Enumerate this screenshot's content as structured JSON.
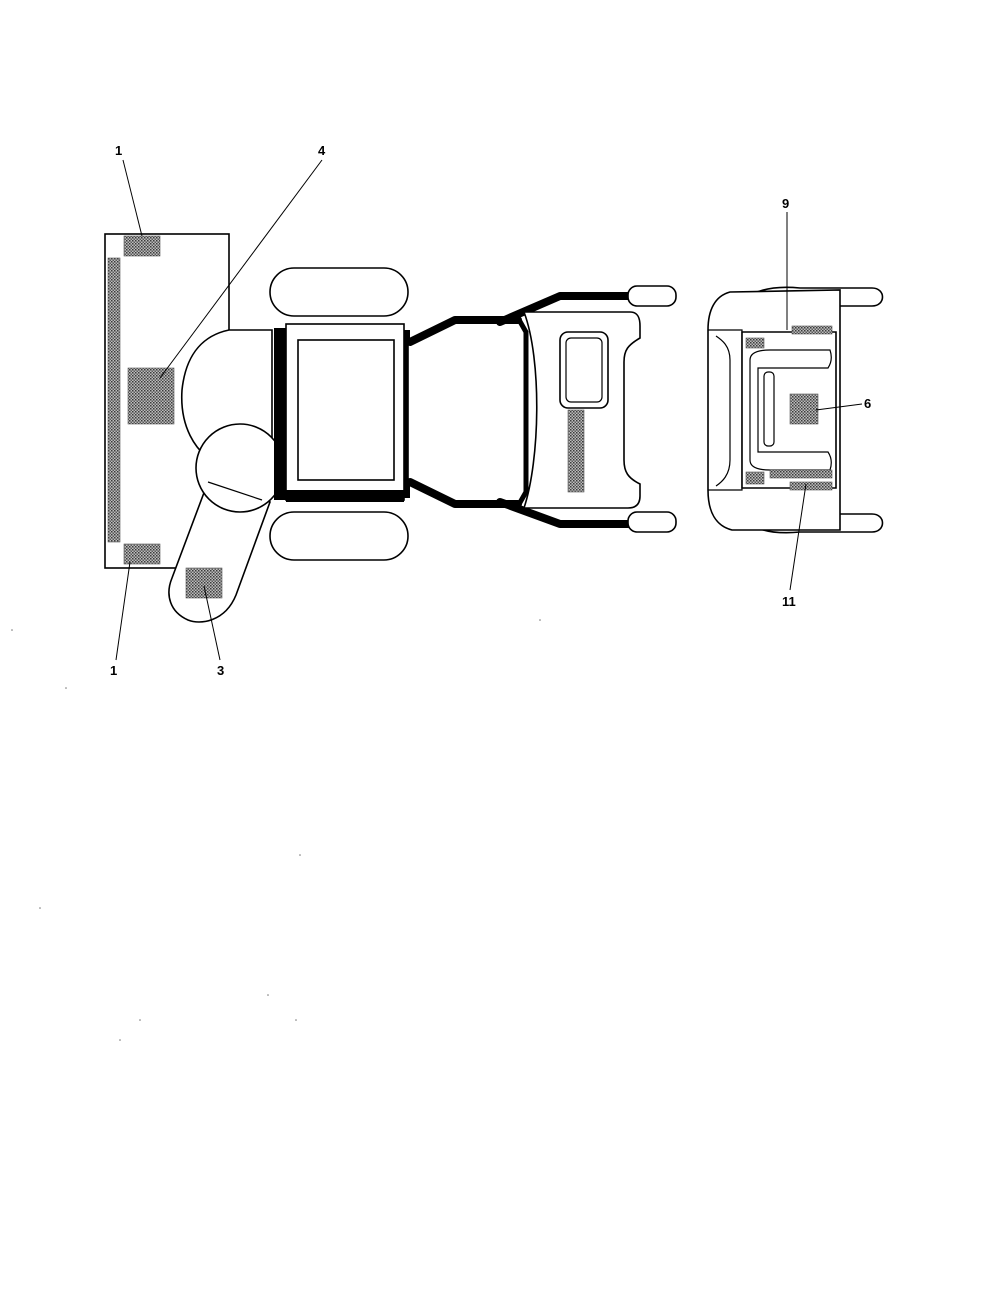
{
  "callouts": {
    "c1_top": "1",
    "c4": "4",
    "c1_bottom": "1",
    "c3": "3",
    "c9": "9",
    "c6": "6",
    "c11": "11"
  },
  "colors": {
    "line": "#000000",
    "background": "#ffffff",
    "decal": "#8a8a8a"
  }
}
